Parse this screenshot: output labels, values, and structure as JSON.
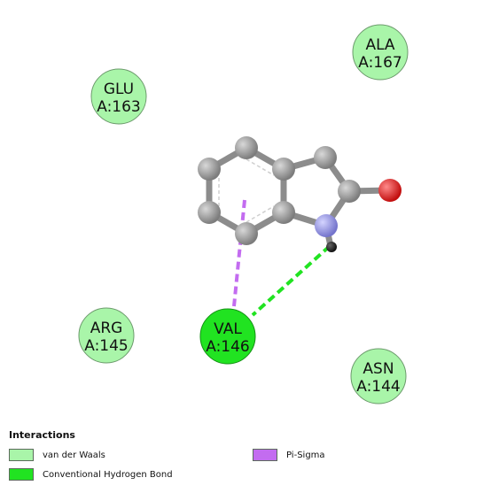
{
  "residues": [
    {
      "id": "glu163",
      "name": "GLU",
      "num": "A:163",
      "type": "vdw"
    },
    {
      "id": "ala167",
      "name": "ALA",
      "num": "A:167",
      "type": "vdw"
    },
    {
      "id": "arg145",
      "name": "ARG",
      "num": "A:145",
      "type": "vdw"
    },
    {
      "id": "val146",
      "name": "VAL",
      "num": "A:146",
      "type": "hbond"
    },
    {
      "id": "asn144",
      "name": "ASN",
      "num": "A:144",
      "type": "vdw"
    }
  ],
  "legend": {
    "title": "Interactions",
    "items": [
      {
        "label": "van der Waals",
        "color": "#a9f5a9"
      },
      {
        "label": "Conventional Hydrogen Bond",
        "color": "#21e321"
      },
      {
        "label": "Pi-Sigma",
        "color": "#c36cf0"
      }
    ]
  },
  "colors": {
    "vdw": "#a9f5a9",
    "hbond": "#21e321",
    "pisigma": "#c36cf0",
    "carbon": "#9a9a9a",
    "nitrogen": "#9c9ce8",
    "oxygen": "#e32121",
    "hydrogen": "#222222"
  }
}
